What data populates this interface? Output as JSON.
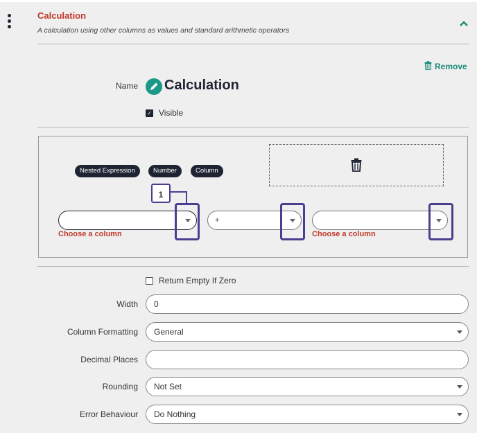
{
  "header": {
    "title": "Calculation",
    "description": "A calculation using other columns as values and standard arithmetic operators"
  },
  "colors": {
    "accent_red": "#c0392b",
    "accent_teal": "#1a8a7a",
    "dark": "#1f2433",
    "callout": "#4a3f8e"
  },
  "icons": {
    "menu": "kebab-menu-icon",
    "collapse": "chevron-up-icon",
    "remove": "trash-icon",
    "name": "pencil-icon"
  },
  "remove_label": "Remove",
  "name": {
    "label": "Name",
    "value": "Calculation"
  },
  "visible": {
    "label": "Visible",
    "checked": true
  },
  "expression": {
    "chips": [
      "Nested Expression",
      "Number",
      "Column"
    ],
    "callout_number": "1",
    "left_operand": {
      "value": "",
      "error": "Choose a column"
    },
    "operator": {
      "value": "+"
    },
    "right_operand": {
      "value": "",
      "error": "Choose a column"
    }
  },
  "return_empty": {
    "label": "Return Empty If Zero",
    "checked": false
  },
  "fields": {
    "width": {
      "label": "Width",
      "value": "0"
    },
    "column_formatting": {
      "label": "Column Formatting",
      "value": "General"
    },
    "decimal_places": {
      "label": "Decimal Places",
      "value": ""
    },
    "rounding": {
      "label": "Rounding",
      "value": "Not Set"
    },
    "error_behaviour": {
      "label": "Error Behaviour",
      "value": "Do Nothing"
    }
  }
}
